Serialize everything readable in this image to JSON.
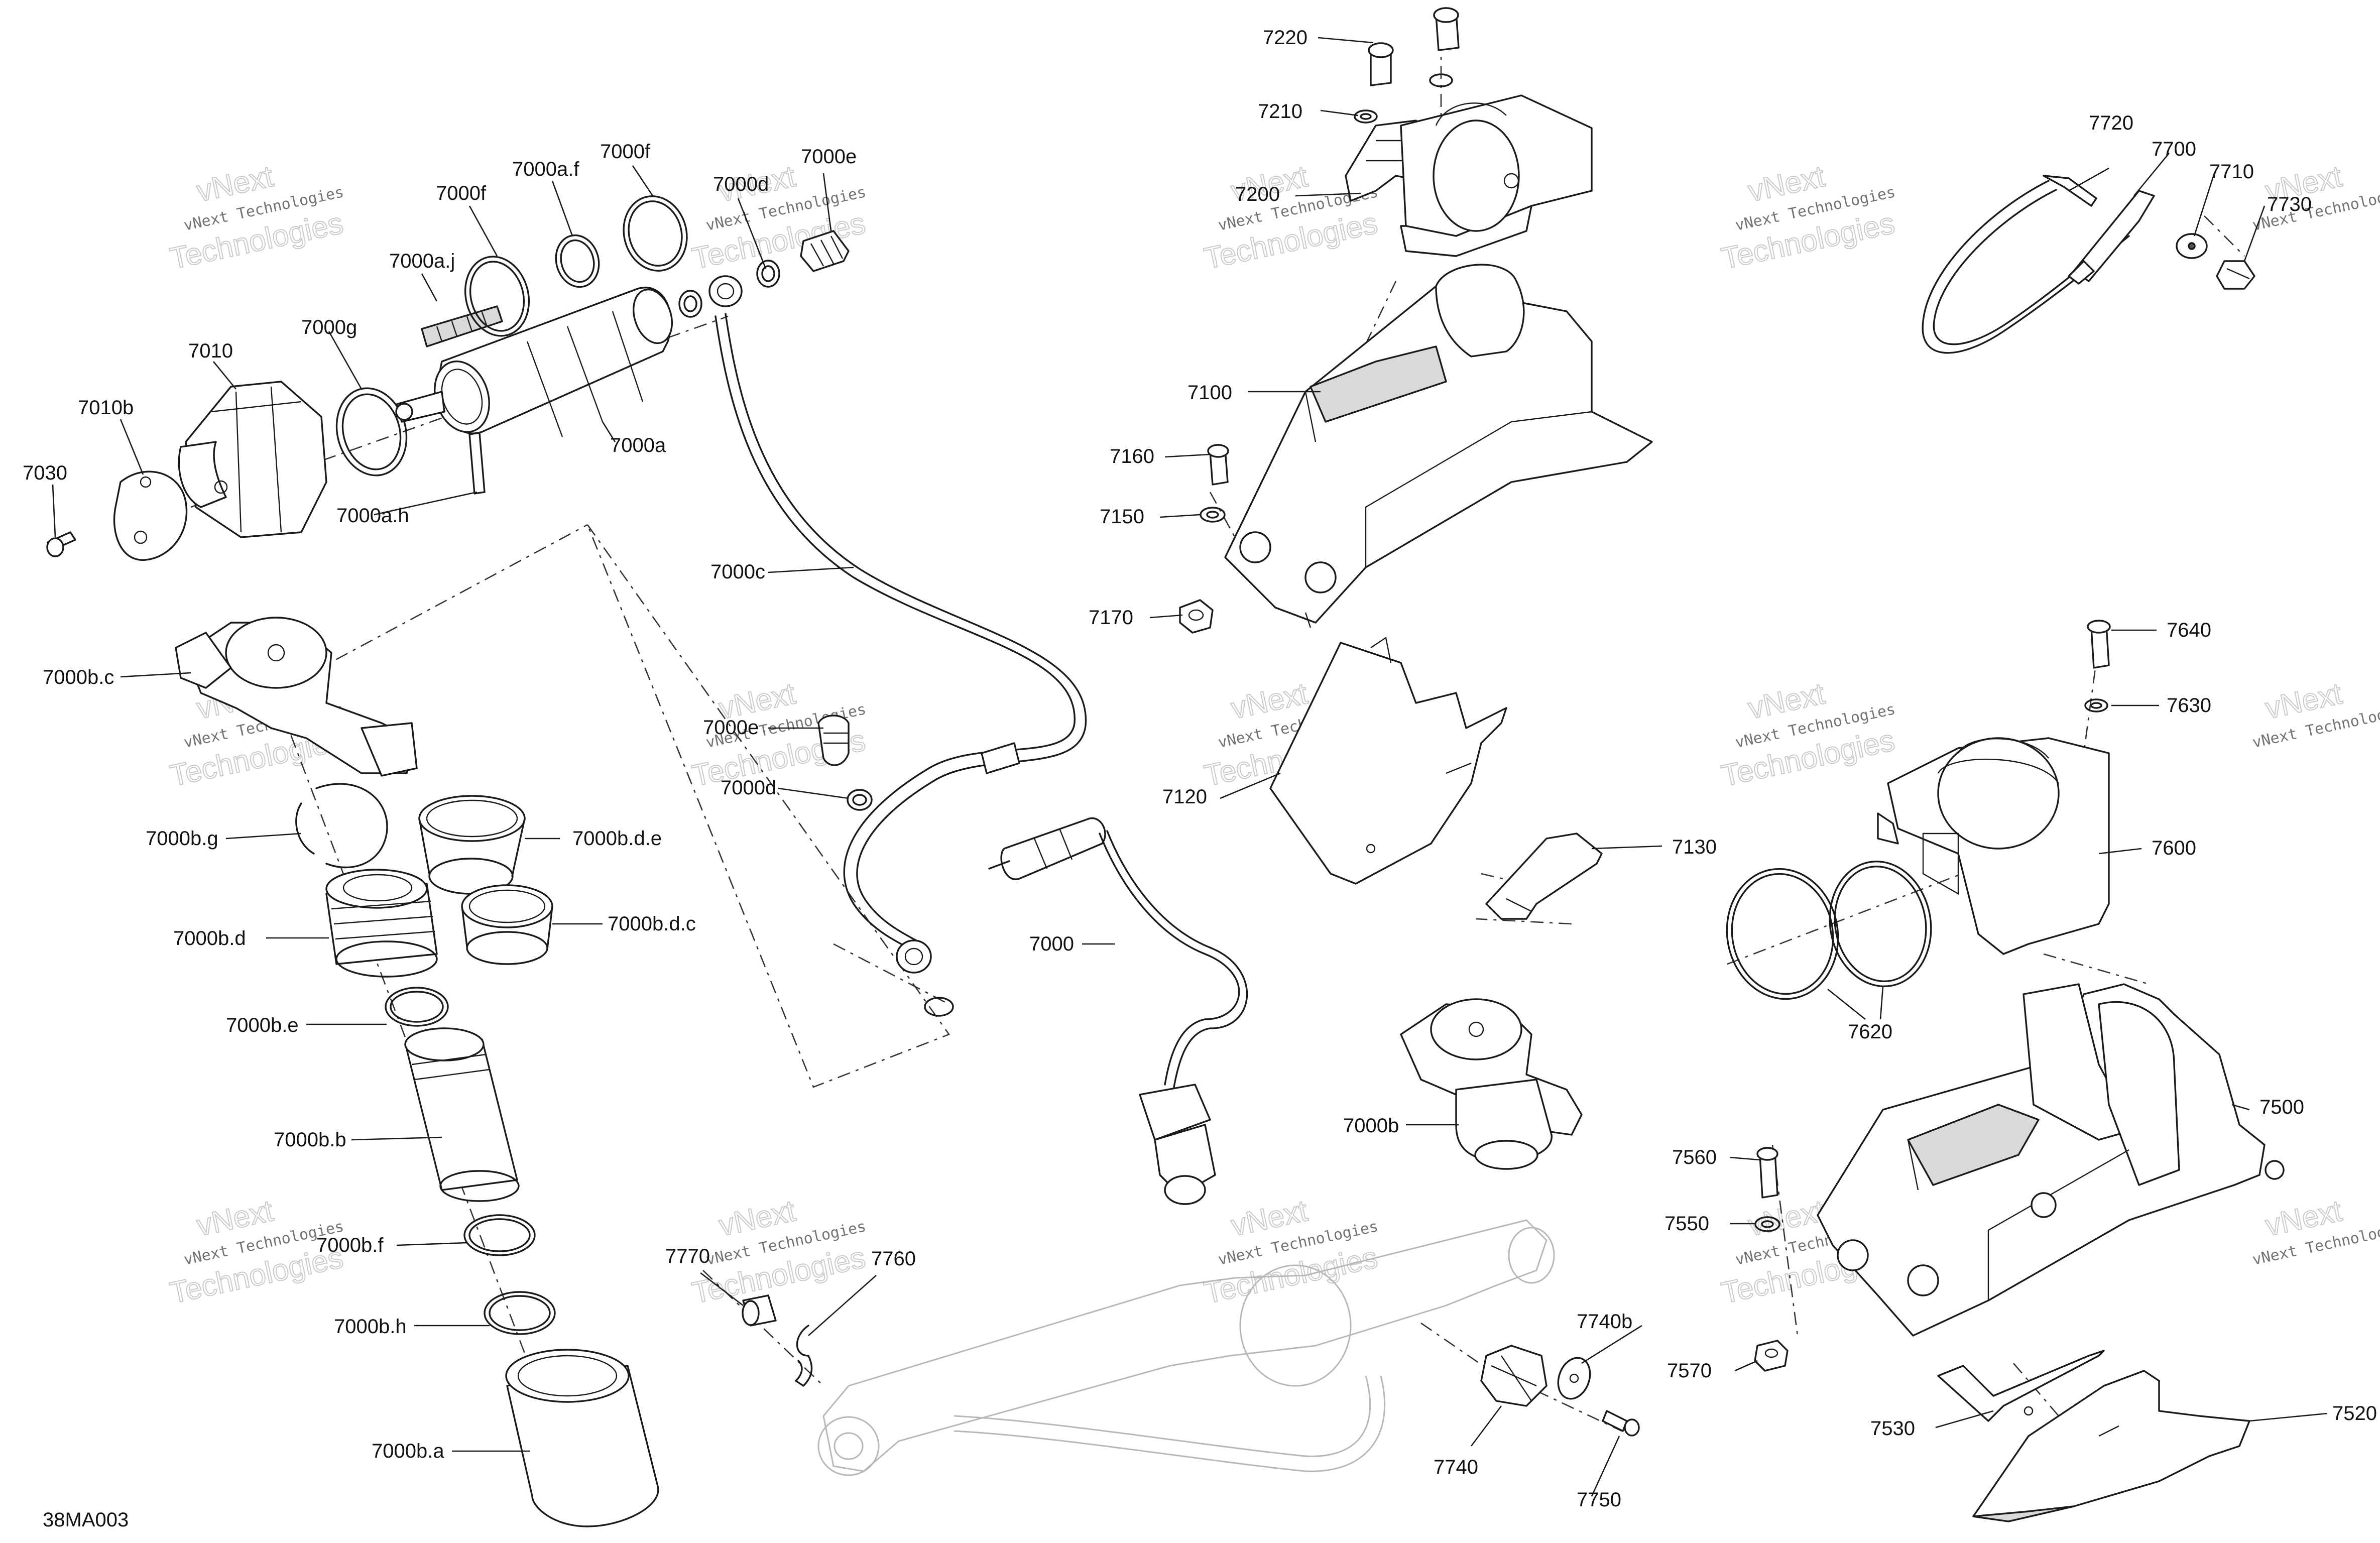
{
  "diagram_code": "38MA003",
  "watermark": {
    "line1": "vNext Technologies",
    "line2": "Technologies",
    "line3": "vNext"
  },
  "labels": {
    "l7000": "7000",
    "l7000a": "7000a",
    "l7000a_f": "7000a.f",
    "l7000a_h": "7000a.h",
    "l7000a_j": "7000a.j",
    "l7000b": "7000b",
    "l7000b_a": "7000b.a",
    "l7000b_b": "7000b.b",
    "l7000b_c": "7000b.c",
    "l7000b_d": "7000b.d",
    "l7000b_d_c": "7000b.d.c",
    "l7000b_d_e": "7000b.d.e",
    "l7000b_e": "7000b.e",
    "l7000b_f": "7000b.f",
    "l7000b_g": "7000b.g",
    "l7000b_h": "7000b.h",
    "l7000c": "7000c",
    "l7000d_top": "7000d",
    "l7000d_mid": "7000d",
    "l7000e_top": "7000e",
    "l7000e_mid": "7000e",
    "l7000f_a": "7000f",
    "l7000f_b": "7000f",
    "l7000g": "7000g",
    "l7010": "7010",
    "l7010b": "7010b",
    "l7030": "7030",
    "l7100": "7100",
    "l7120": "7120",
    "l7130": "7130",
    "l7150": "7150",
    "l7160": "7160",
    "l7170": "7170",
    "l7200": "7200",
    "l7210": "7210",
    "l7220": "7220",
    "l7500": "7500",
    "l7520": "7520",
    "l7530": "7530",
    "l7550": "7550",
    "l7560": "7560",
    "l7570": "7570",
    "l7600": "7600",
    "l7620": "7620",
    "l7630": "7630",
    "l7640": "7640",
    "l7700": "7700",
    "l7710": "7710",
    "l7720": "7720",
    "l7730": "7730",
    "l7740": "7740",
    "l7740b": "7740b",
    "l7750": "7750",
    "l7760": "7760",
    "l7770": "7770"
  }
}
